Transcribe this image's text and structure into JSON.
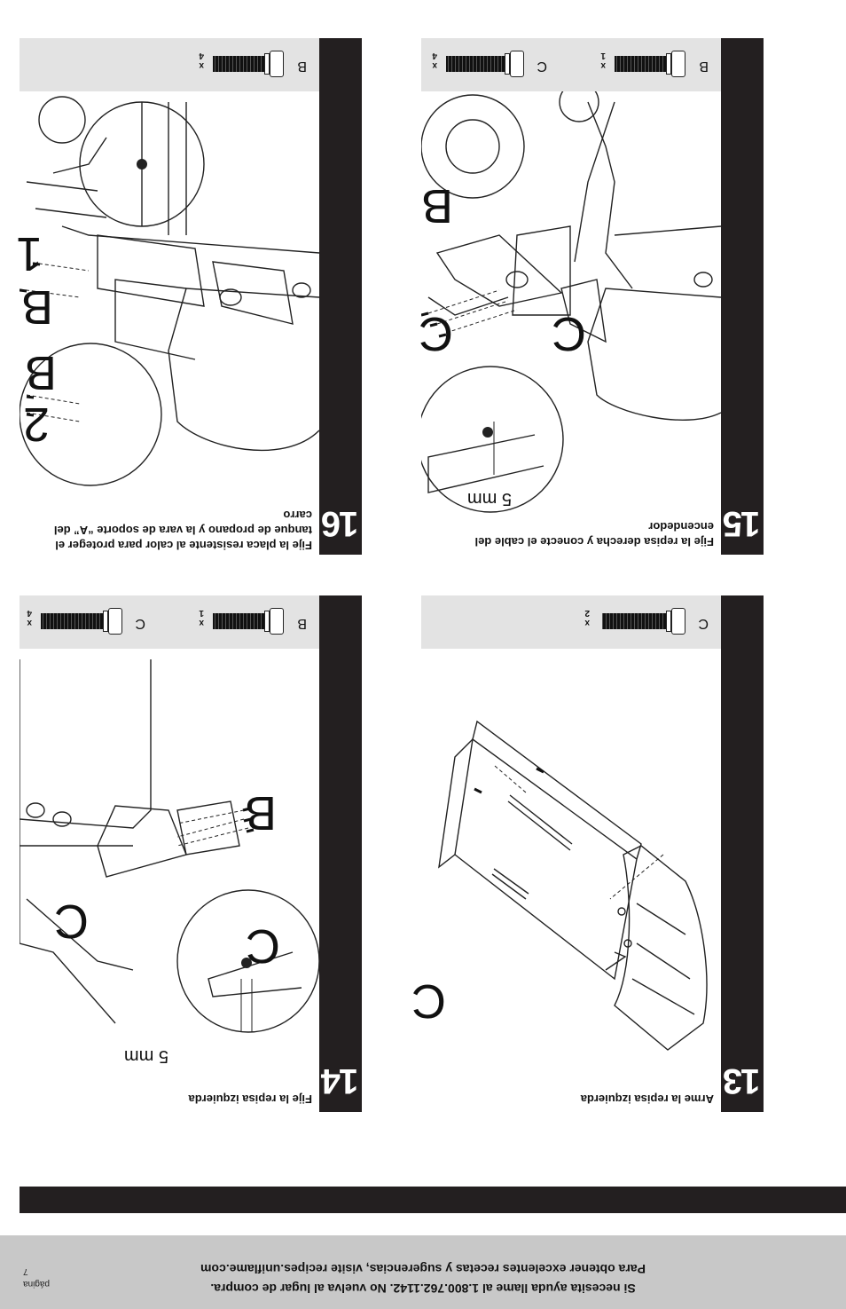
{
  "footer": {
    "help_line": "Si necesita ayuda llame al 1.800.762.1142. No vuelva al lugar de compra.",
    "recipes_line": "Para obtener excelentes recetas y sugerencias, visite recipes.uniflame.com",
    "page_word": "página",
    "page_number": "7"
  },
  "steps": {
    "s13": {
      "number": "13",
      "title": "Arme la repisa izquierda",
      "hardware": [
        {
          "letter": "C",
          "qty": "x 2"
        }
      ],
      "callouts": [
        "C"
      ]
    },
    "s14": {
      "number": "14",
      "title": "Fije la repisa izquierda",
      "hardware": [
        {
          "letter": "B",
          "qty": "x 1"
        },
        {
          "letter": "C",
          "qty": "x 4"
        }
      ],
      "callouts": [
        "B",
        "C",
        "C"
      ],
      "dimension": "5 mm"
    },
    "s15": {
      "number": "15",
      "title": "Fije la repisa derecha y conecte el cable del encendedor",
      "hardware": [
        {
          "letter": "B",
          "qty": "x 1"
        },
        {
          "letter": "C",
          "qty": "x 4"
        }
      ],
      "callouts": [
        "B",
        "C",
        "C"
      ],
      "dimension": "5 mm"
    },
    "s16": {
      "number": "16",
      "title": "Fije la placa resistente al calor para proteger el tanque de propano y la vara de soporte “A” del carro",
      "hardware": [
        {
          "letter": "B",
          "qty": "x 4"
        }
      ],
      "callouts": [
        "B",
        "1",
        "B",
        "2"
      ]
    }
  }
}
